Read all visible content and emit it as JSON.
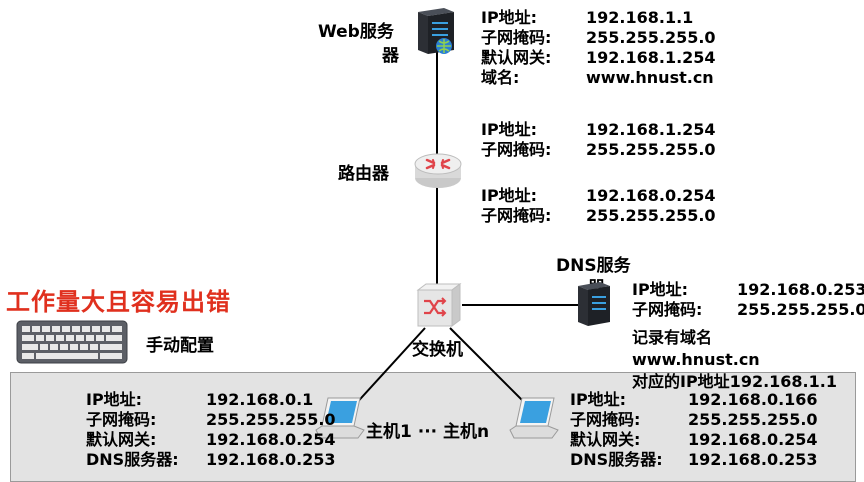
{
  "web_server": {
    "label_line1": "Web服务",
    "label_line2": "器",
    "info": [
      {
        "key": "IP地址:",
        "value": "192.168.1.1"
      },
      {
        "key": "子网掩码:",
        "value": "255.255.255.0"
      },
      {
        "key": "默认网关:",
        "value": "192.168.1.254"
      },
      {
        "key": "域名:",
        "value": "www.hnust.cn"
      }
    ]
  },
  "router": {
    "label": "路由器",
    "upper_info": [
      {
        "key": "IP地址:",
        "value": "192.168.1.254"
      },
      {
        "key": "子网掩码:",
        "value": "255.255.255.0"
      }
    ],
    "lower_info": [
      {
        "key": "IP地址:",
        "value": "192.168.0.254"
      },
      {
        "key": "子网掩码:",
        "value": "255.255.255.0"
      }
    ]
  },
  "dns_server": {
    "label_line1": "DNS服务",
    "label_line2": "器",
    "info": [
      {
        "key": "IP地址:",
        "value": "192.168.0.253"
      },
      {
        "key": "子网掩码:",
        "value": "255.255.255.0"
      }
    ],
    "record_line1": "记录有域名",
    "record_line2": "www.hnust.cn",
    "record_line3": "对应的IP地址192.168.1.1"
  },
  "switch": {
    "label": "交换机"
  },
  "warning": "工作量大且容易出错",
  "manual": {
    "label": "手动配置"
  },
  "hosts_label": "主机1 ··· 主机n",
  "host1": {
    "info": [
      {
        "key": "IP地址:",
        "value": "192.168.0.1"
      },
      {
        "key": "子网掩码:",
        "value": "255.255.255.0"
      },
      {
        "key": "默认网关:",
        "value": "192.168.0.254"
      },
      {
        "key": "DNS服务器:",
        "value": "192.168.0.253"
      }
    ]
  },
  "hostn": {
    "info": [
      {
        "key": "IP地址:",
        "value": "192.168.0.166"
      },
      {
        "key": "子网掩码:",
        "value": "255.255.255.0"
      },
      {
        "key": "默认网关:",
        "value": "192.168.0.254"
      },
      {
        "key": "DNS服务器:",
        "value": "192.168.0.253"
      }
    ]
  },
  "colors": {
    "warning": "#e0301e",
    "router_arrow": "#e0444a",
    "band": "#e3e3e3",
    "screen": "#3aa0e0"
  }
}
